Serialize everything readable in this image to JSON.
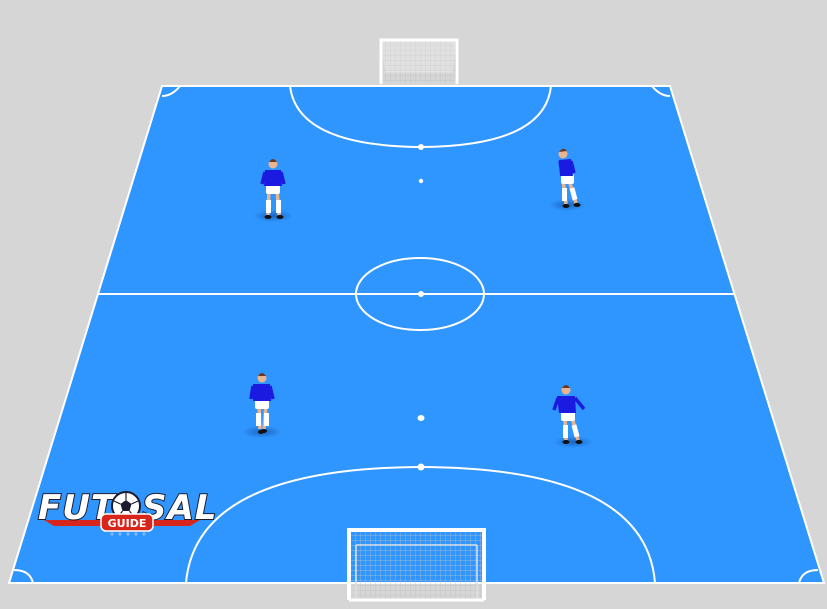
{
  "colors": {
    "background": "#d6d6d6",
    "court": "#2f95ff",
    "lines": "#ffffff",
    "jersey": "#1a1ae0",
    "shorts": "#ffffff",
    "skin": "#e9b48f",
    "logo_red": "#d9261c"
  },
  "logo": {
    "left_text": "FUT",
    "right_text": "SAL",
    "badge_text": "GUIDE",
    "ball_icon": "soccer-ball-icon"
  },
  "players": [
    {
      "id": "top-left",
      "pose": "standing"
    },
    {
      "id": "top-right",
      "pose": "side-step"
    },
    {
      "id": "bottom-left",
      "pose": "standing"
    },
    {
      "id": "bottom-right",
      "pose": "side-step"
    }
  ],
  "goals": [
    {
      "id": "far-goal"
    },
    {
      "id": "near-goal"
    }
  ]
}
